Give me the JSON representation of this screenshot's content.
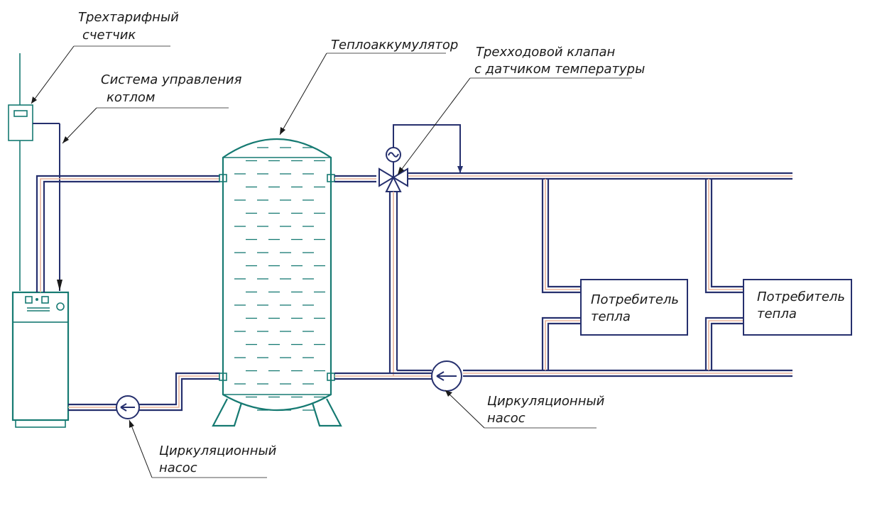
{
  "labels": {
    "meter_line1": "Трехтарифный",
    "meter_line2": "счетчик",
    "control_line1": "Система управления",
    "control_line2": "котлом",
    "accumulator": "Теплоаккумулятор",
    "valve_line1": "Трехходовой клапан",
    "valve_line2": "с датчиком температуры",
    "consumer1_line1": "Потребитель",
    "consumer1_line2": "тепла",
    "consumer2_line1": "Потребитель",
    "consumer2_line2": "тепла",
    "pump_right_line1": "Циркуляционный",
    "pump_right_line2": "насос",
    "pump_left_line1": "Циркуляционный",
    "pump_left_line2": "насос"
  },
  "colors": {
    "pipe": "#26306e",
    "pipe_accent": "#e8b39a",
    "equipment": "#167a72",
    "text": "#1a1a1a"
  }
}
